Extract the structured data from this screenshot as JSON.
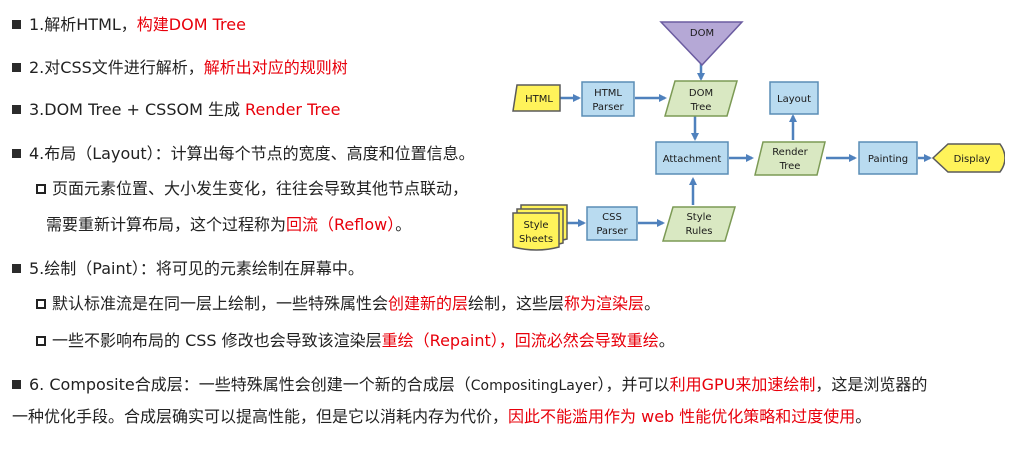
{
  "list": {
    "item1": {
      "prefix": "1.解析HTML，",
      "highlight": "构建DOM Tree"
    },
    "item2": {
      "prefix": "2.对CSS文件进行解析，",
      "highlight": "解析出对应的规则树"
    },
    "item3": {
      "prefix": "3.DOM Tree + CSSOM 生成 ",
      "highlight": "Render Tree"
    },
    "item4": {
      "text": "4.布局（Layout）：计算出每个节点的宽度、高度和位置信息。",
      "sub1": "页面元素位置、大小发生变化，往往会导致其他节点联动，",
      "sub1_cont_prefix": "需要重新计算布局，这个过程称为",
      "sub1_cont_highlight": "回流（Reflow）",
      "sub1_cont_suffix": "。"
    },
    "item5": {
      "text": "5.绘制（Paint）：将可见的元素绘制在屏幕中。",
      "sub1_prefix": "默认标准流是在同一层上绘制，一些特殊属性会",
      "sub1_highlight1": "创建新的层",
      "sub1_middle": "绘制，这些层",
      "sub1_highlight2": "称为渲染层",
      "sub1_suffix": "。",
      "sub2_prefix": "一些不影响布局的 CSS 修改也会导致该渲染层",
      "sub2_highlight": "重绘（Repaint），回流必然会导致重绘",
      "sub2_suffix": "。"
    },
    "item6": {
      "prefix": "6. Composite合成层：一些特殊属性会创建一个新的合成层（",
      "code": "CompositingLayer",
      "middle": "），并可以",
      "highlight1": "利用GPU来加速绘制",
      "suffix1": "，这是浏览器的",
      "line2_prefix": "一种优化手段。合成层确实可以提高性能，但是它以消耗内存为代价，",
      "line2_highlight": "因此不能滥用作为 web 性能优化策略和过度使用",
      "line2_suffix": "。"
    }
  },
  "diagram": {
    "dom": "DOM",
    "html": "HTML",
    "html_parser_1": "HTML",
    "html_parser_2": "Parser",
    "dom_tree_1": "DOM",
    "dom_tree_2": "Tree",
    "layout": "Layout",
    "attachment": "Attachment",
    "render_tree_1": "Render",
    "render_tree_2": "Tree",
    "painting": "Painting",
    "display": "Display",
    "style_sheets_1": "Style",
    "style_sheets_2": "Sheets",
    "css_parser_1": "CSS",
    "css_parser_2": "Parser",
    "style_rules_1": "Style",
    "style_rules_2": "Rules",
    "colors": {
      "purple": "#b5a8d6",
      "yellow": "#fff35a",
      "blue": "#b9dbf0",
      "green": "#d9e8c2",
      "arrow": "#4f81bd"
    }
  }
}
